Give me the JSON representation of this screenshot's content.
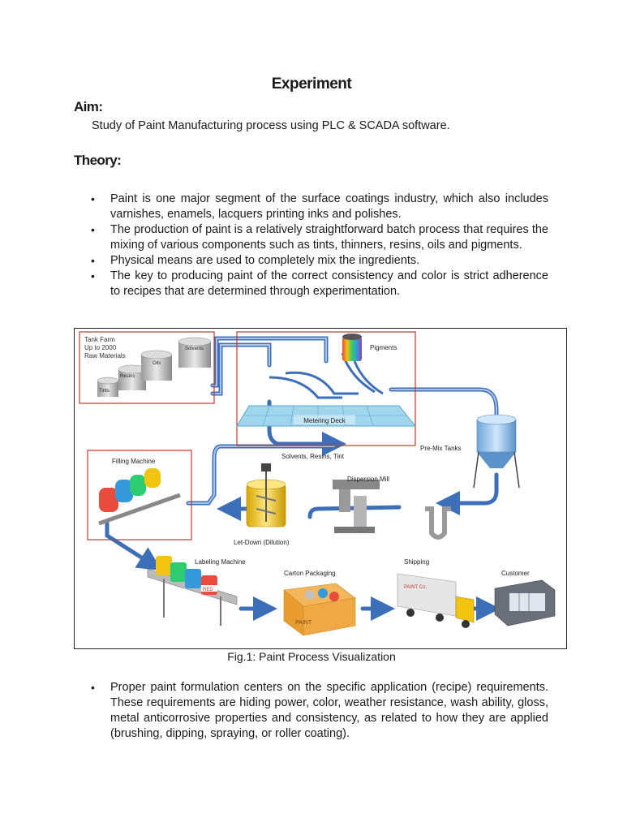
{
  "title": "Experiment",
  "aim": {
    "heading": "Aim:",
    "text": "Study of Paint Manufacturing process using PLC & SCADA software."
  },
  "theory": {
    "heading": "Theory:",
    "bullets": [
      "Paint is one major segment of the surface coatings industry, which also includes varnishes, enamels, lacquers printing inks and polishes.",
      "The production of paint is a relatively straightforward batch process that requires the mixing of various components such as tints, thinners, resins, oils and pigments.",
      "Physical means are used to completely mix the ingredients.",
      "The key to producing paint of the correct consistency and color is strict adherence to recipes that are determined through experimentation."
    ]
  },
  "figure": {
    "caption": "Fig.1: Paint Process Visualization",
    "labels": {
      "tank_farm_1": "Tank Farm",
      "tank_farm_2": "Up to 2000",
      "tank_farm_3": "Raw Materials",
      "solvents": "Solvents",
      "oils": "Oils",
      "resins": "Resins",
      "tints": "Tints",
      "pigments": "Pigments",
      "metering_deck": "Metering Deck",
      "pre_mix_tanks": "Pre-Mix Tanks",
      "filling_machine": "Filling Machine",
      "solvents_resins_tint": "Solvents, Resins, Tint",
      "dispersion_mill": "Dispersion Mill",
      "let_down": "Let-Down (Dilution)",
      "labeling_machine": "Labeling Machine",
      "carton_packaging": "Carton Packaging",
      "shipping": "Shipping",
      "customer": "Customer",
      "truck": "PAINT Co.",
      "box": "PAINT",
      "can_label": "RED"
    }
  },
  "after_bullets": [
    "Proper paint formulation centers on the specific application (recipe) requirements. These requirements are hiding power, color, weather resistance, wash ability, gloss, metal anticorrosive properties and consistency, as related to how they are applied (brushing, dipping, spraying, or roller coating)."
  ],
  "colors": {
    "pipe": "#3d6fb8",
    "pipe_light": "#aac4e8",
    "frame_red": "#c0392b",
    "deck": "#9fd6ee"
  }
}
